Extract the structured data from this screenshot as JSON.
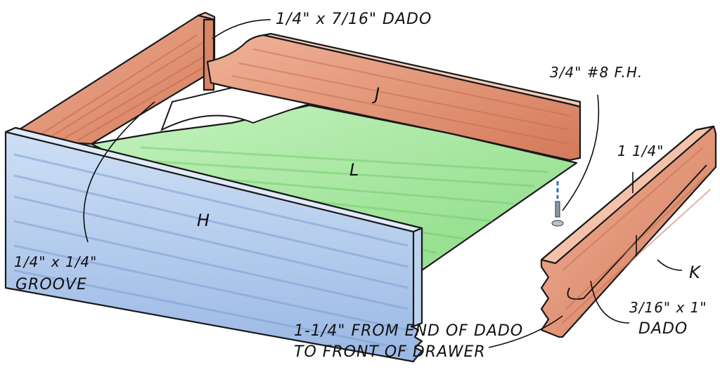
{
  "figure": {
    "type": "exploded drawer assembly illustration",
    "parts": {
      "front": {
        "letter": "H",
        "color": "#a9c4ea"
      },
      "back": {
        "letter": "J",
        "color": "#e4957a"
      },
      "bottom": {
        "letter": "L",
        "color": "#9fe49a"
      },
      "side": {
        "letter": "K",
        "color": "#e08868"
      }
    },
    "annotations": {
      "dado_top": "1/4\" x 7/16\" DADO",
      "screw": "3/4\" #8 F.H.",
      "groove_line1": "1/4\" x 1/4\"",
      "groove_line2": "GROOVE",
      "spacing": "1 1/4\"",
      "side_dado_line1": "3/16\" x 1\"",
      "side_dado_line2": "DADO",
      "from_end_line1": "1-1/4\" FROM END OF DADO",
      "from_end_line2": "TO FRONT OF DRAWER"
    },
    "colors": {
      "outline": "#1a1a1a",
      "blue_wood": "#a9c4ea",
      "blue_wood_dark": "#7f9fd0",
      "red_wood": "#e4957a",
      "red_wood_dark": "#c46a4c",
      "green_ply": "#9fe49a",
      "screw_guide": "#2a6fd6"
    }
  }
}
